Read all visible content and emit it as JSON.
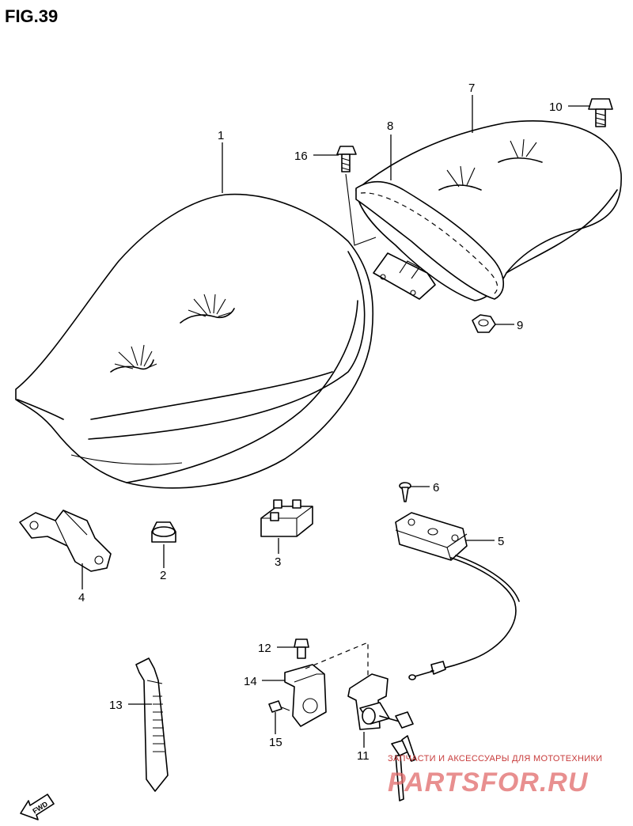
{
  "title": "FIG.39",
  "callouts": [
    "1",
    "2",
    "3",
    "4",
    "5",
    "6",
    "7",
    "8",
    "9",
    "10",
    "11",
    "12",
    "13",
    "14",
    "15",
    "16"
  ],
  "watermark": {
    "caption": "ЗАПЧАСТИ И АКСЕССУАРЫ ДЛЯ МОТОТЕХНИКИ",
    "logo_text": "PARTSFOR.RU",
    "color": "#e06a6a"
  },
  "fwd_label": "FWD"
}
